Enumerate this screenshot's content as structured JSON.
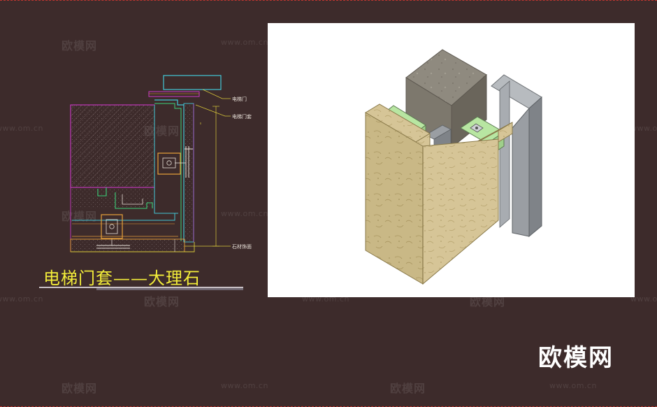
{
  "colors": {
    "background": "#3d2b2b",
    "border_dashed": "#c0352f",
    "title": "#f2ec3a",
    "cad_magenta": "#d93ad6",
    "cad_cyan": "#43c7d6",
    "cad_green": "#3bd27a",
    "cad_orange": "#e8a13a",
    "cad_yellow": "#d8c83a",
    "marble": "#d6c597",
    "concrete": "#8f8a7f",
    "stainless_steel": "#9a9ea3",
    "insulation_green": "#b8e6a2"
  },
  "cad": {
    "labels": {
      "elevator_door": "电梯门",
      "door_frame": "电梯门套",
      "stone_finish": "石材饰面"
    }
  },
  "title": "电梯门套——大理石",
  "logo": "欧模网",
  "watermarks": {
    "brand": "欧模网",
    "url": "www.om.cn"
  }
}
